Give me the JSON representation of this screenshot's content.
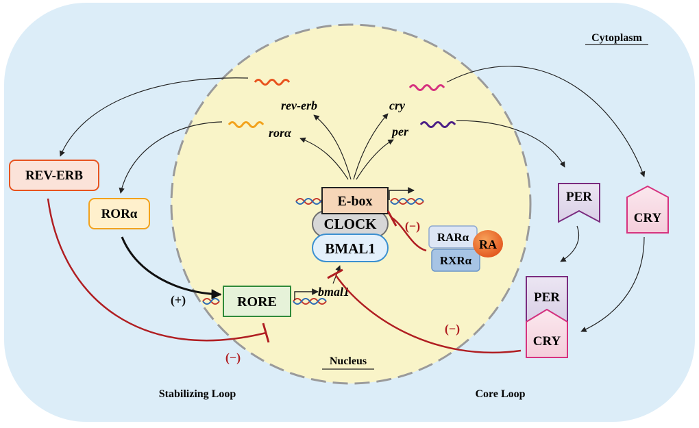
{
  "compartments": {
    "cytoplasm_label": "Cytoplasm",
    "nucleus_label": "Nucleus"
  },
  "transcripts": {
    "rev_erb": "rev-erb",
    "ror_alpha": "rorα",
    "cry": "cry",
    "per": "per",
    "bmal1": "bmal1"
  },
  "elements": {
    "ebox": "E-box",
    "rore": "RORE"
  },
  "proteins": {
    "clock": "CLOCK",
    "bmal1": "BMAL1",
    "rev_erb": "REV-ERB",
    "ror_alpha": "RORα",
    "per": "PER",
    "cry": "CRY",
    "complex_per": "PER",
    "complex_cry": "CRY",
    "rar_alpha": "RARα",
    "rxr_alpha": "RXRα",
    "ra": "RA"
  },
  "signs": {
    "activation": "(+)",
    "inhibit_ebox": "(−)",
    "inhibit_core": "(−)",
    "inhibit_rore": "(−)"
  },
  "loops": {
    "stabilizing": "Stabilizing Loop",
    "core": "Core Loop"
  },
  "colors": {
    "cytoplasm": "#dcedf8",
    "nucleus": "#f9f4c8",
    "inhibition": "#b01e22",
    "rev_erb_mrna": "#e8531e",
    "ror_mrna": "#f2a21c",
    "cry_mrna": "#d6327f",
    "per_mrna": "#4b1f86"
  }
}
